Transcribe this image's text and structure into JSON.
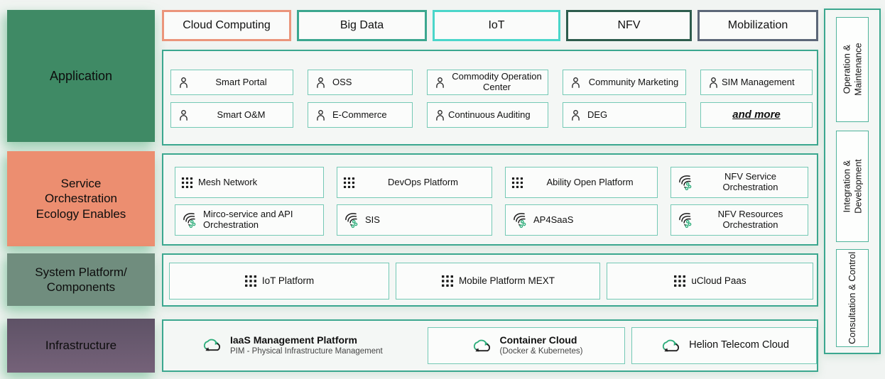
{
  "left_column": {
    "rows": [
      {
        "label": "Application",
        "color": "#3F8A65"
      },
      {
        "label": "Service\nOrchestration\nEcology Enables",
        "color": "#EC8E70"
      },
      {
        "label": "System Platform/\nComponents",
        "color": "#708D7E"
      },
      {
        "label": "Infrastructure",
        "color": "#695A6F"
      }
    ]
  },
  "top_tabs": [
    {
      "label": "Cloud Computing",
      "border_color": "#EB957B"
    },
    {
      "label": "Big Data",
      "border_color": "#3BA78F"
    },
    {
      "label": "IoT",
      "border_color": "#4AD6CA"
    },
    {
      "label": "NFV",
      "border_color": "#2D5C4D"
    },
    {
      "label": "Mobilization",
      "border_color": "#5C6778"
    }
  ],
  "application": {
    "row1": [
      {
        "label": "Smart Portal",
        "icon": "person-icon"
      },
      {
        "label": "OSS",
        "icon": "person-icon"
      },
      {
        "label": "Commodity Operation Center",
        "icon": "person-icon"
      },
      {
        "label": "Community Marketing",
        "icon": "person-icon"
      },
      {
        "label": "SIM Management",
        "icon": "person-icon"
      }
    ],
    "row2": [
      {
        "label": "Smart O&M",
        "icon": "person-icon"
      },
      {
        "label": "E-Commerce",
        "icon": "person-icon"
      },
      {
        "label": "Continuous Auditing",
        "icon": "person-icon"
      },
      {
        "label": "DEG",
        "icon": "person-icon"
      },
      {
        "label": "and more",
        "icon": ""
      }
    ]
  },
  "service_orchestration": {
    "row1": [
      {
        "label": "Mesh Network",
        "icon": "grid-icon"
      },
      {
        "label": "DevOps Platform",
        "icon": "grid-icon"
      },
      {
        "label": "Ability Open Platform",
        "icon": "grid-icon"
      },
      {
        "label": "NFV Service Orchestration",
        "icon": "stream-icon"
      }
    ],
    "row2": [
      {
        "label": "Mirco-service and API Orchestration",
        "icon": "stream-icon"
      },
      {
        "label": "SIS",
        "icon": "stream-icon"
      },
      {
        "label": "AP4SaaS",
        "icon": "stream-icon"
      },
      {
        "label": "NFV Resources Orchestration",
        "icon": "stream-icon"
      }
    ]
  },
  "system_platform": {
    "items": [
      {
        "label": "IoT Platform",
        "icon": "grid-icon"
      },
      {
        "label": "Mobile Platform MEXT",
        "icon": "grid-icon"
      },
      {
        "label": "uCloud Paas",
        "icon": "grid-icon"
      }
    ]
  },
  "infrastructure": {
    "items": [
      {
        "title": "IaaS Management Platform",
        "subtitle": "PIM - Physical Infrastructure Management",
        "icon": "cloud-sync-icon"
      },
      {
        "title": "Container Cloud",
        "subtitle": "(Docker & Kubernetes)",
        "icon": "cloud-sync-icon"
      },
      {
        "title": "Helion Telecom Cloud",
        "subtitle": "",
        "icon": "cloud-sync-icon"
      }
    ]
  },
  "right_column": {
    "labels": [
      "Operation &\nMaintenance",
      "Integration &\nDevelopment",
      "Consultation & Control"
    ]
  },
  "palette": {
    "background": "#F1F4F2",
    "container_border": "#3BA78F",
    "item_border": "#74C9B5",
    "item_background": "#FBFCFB",
    "accent_green": "#2FAE7C"
  }
}
